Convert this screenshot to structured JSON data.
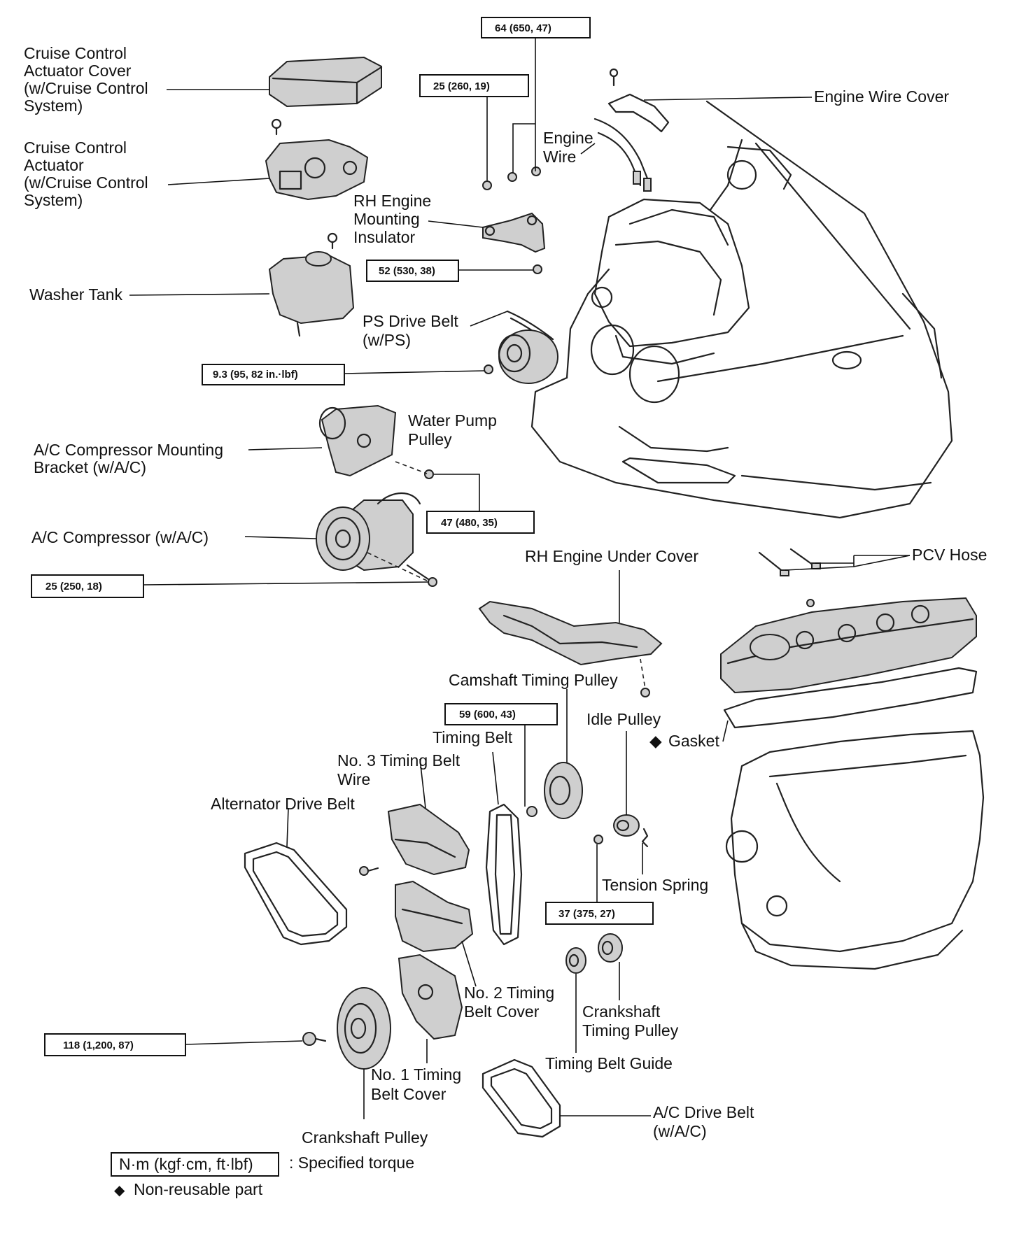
{
  "parts": {
    "cruise_cover": [
      "Cruise Control",
      "Actuator Cover",
      "(w/Cruise Control",
      "System)"
    ],
    "cruise_actuator": [
      "Cruise Control",
      "Actuator",
      "(w/Cruise Control",
      "System)"
    ],
    "washer_tank": "Washer Tank",
    "ac_bracket": [
      "A/C Compressor Mounting",
      "Bracket (w/A/C)"
    ],
    "ac_compressor": "A/C Compressor (w/A/C)",
    "rh_mount": [
      "RH Engine",
      "Mounting",
      "Insulator"
    ],
    "ps_belt": [
      "PS Drive Belt",
      "(w/PS)"
    ],
    "water_pump_pulley": [
      "Water Pump",
      "Pulley"
    ],
    "engine_wire": [
      "Engine",
      "Wire"
    ],
    "engine_wire_cover": "Engine Wire Cover",
    "rh_under_cover": "RH Engine Under Cover",
    "pcv_hose": "PCV Hose",
    "camshaft_timing_pulley": "Camshaft Timing Pulley",
    "idle_pulley": "Idle Pulley",
    "gasket": "Gasket",
    "timing_belt": "Timing Belt",
    "no3_cover": [
      "No. 3 Timing Belt",
      "Wire"
    ],
    "alternator_belt": "Alternator Drive Belt",
    "tension_spring": "Tension Spring",
    "no2_cover": [
      "No. 2 Timing",
      "Belt Cover"
    ],
    "crankshaft_timing_pulley": [
      "Crankshaft",
      "Timing Pulley"
    ],
    "timing_belt_guide": "Timing Belt Guide",
    "no1_cover": [
      "No. 1 Timing",
      "Belt Cover"
    ],
    "ac_drive_belt": [
      "A/C Drive Belt",
      "(w/A/C)"
    ],
    "crankshaft_pulley": "Crankshaft Pulley"
  },
  "torques": {
    "t64": "64 (650, 47)",
    "t25a": "25 (260, 19)",
    "t52": "52 (530, 38)",
    "t93": "9.3 (95, 82 in.·lbf)",
    "t47": "47 (480, 35)",
    "t25b": "25 (250, 18)",
    "t59": "59 (600, 43)",
    "t37": "37 (375, 27)",
    "t118": "118 (1,200, 87)"
  },
  "legend": {
    "unit": "N·m (kgf·cm, ft·lbf)",
    "unit_desc": ": Specified torque",
    "nonreusable_symbol": "◆",
    "nonreusable": "Non-reusable part"
  }
}
